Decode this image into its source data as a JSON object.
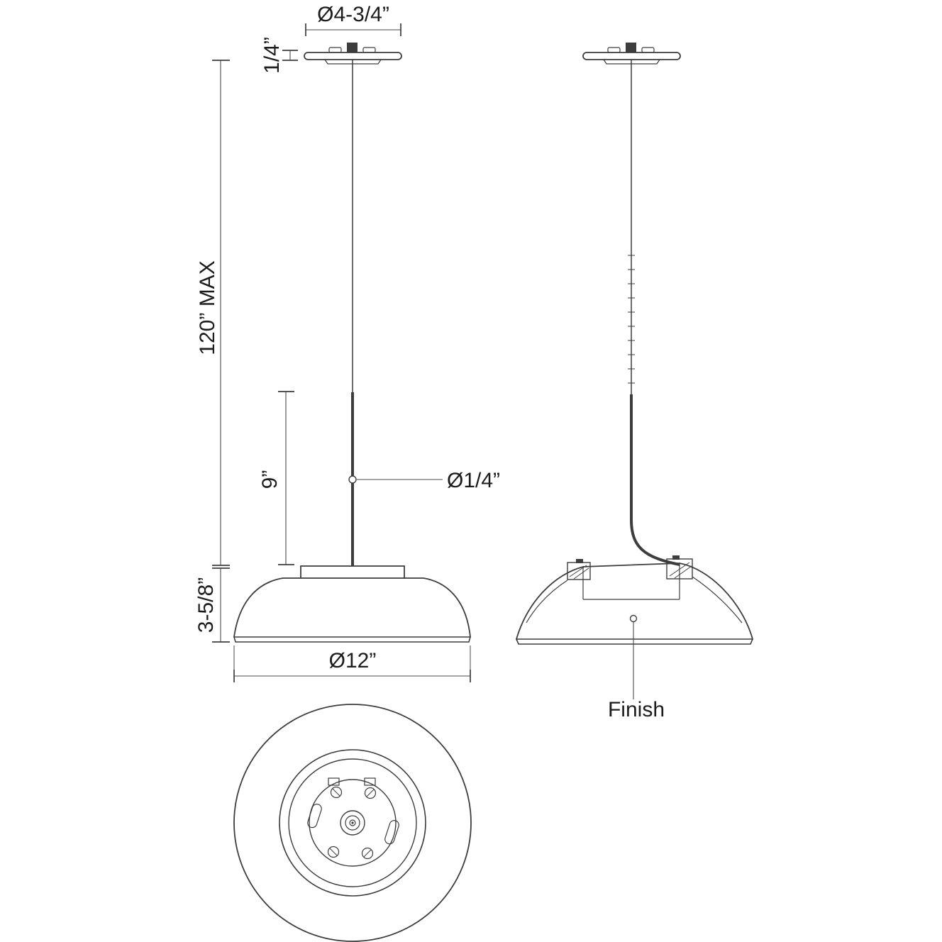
{
  "drawing": {
    "front_view": {
      "canopy_diameter": "Ø4-3/4”",
      "canopy_height": "1/4”",
      "max_drop": "120” MAX",
      "stem_length": "9”",
      "stem_diameter": "Ø1/4”",
      "shade_height": "3-5/8”",
      "shade_diameter": "Ø12”"
    },
    "side_view": {
      "finish": "Finish"
    }
  },
  "colors": {
    "line": "#3d3d3d",
    "text": "#1c1c1c",
    "background": "#ffffff"
  }
}
